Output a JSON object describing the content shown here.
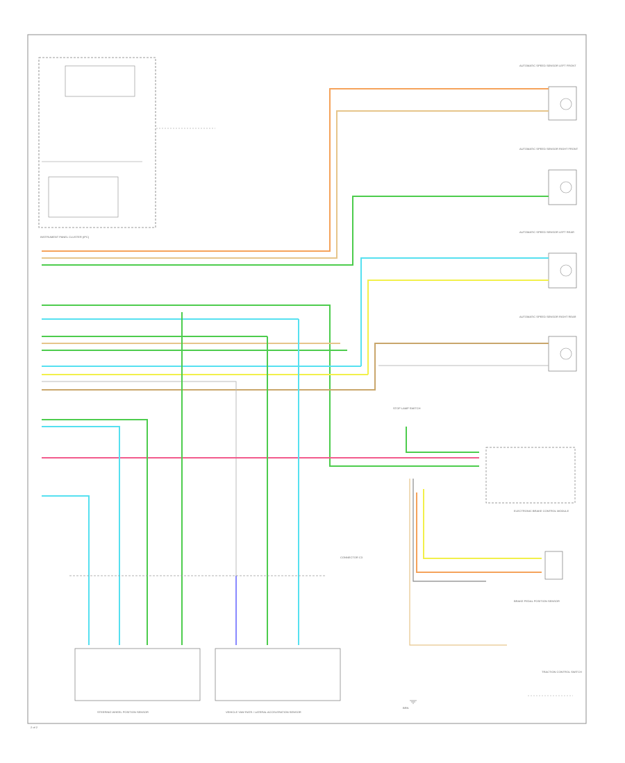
{
  "labels": {
    "cluster": "INSTRUMENT PANEL CLUSTER (IPC)",
    "left_front_sensor": "AUTOMATIC SPEED SENSOR LEFT FRONT",
    "right_front_sensor": "AUTOMATIC SPEED SENSOR RIGHT FRONT",
    "left_rear_sensor": "AUTOMATIC SPEED SENSOR LEFT REAR",
    "right_rear_sensor": "AUTOMATIC SPEED SENSOR RIGHT REAR",
    "ebcm": "ELECTRONIC BRAKE CONTROL MODULE",
    "brake_switch": "BRAKE PEDAL POSITION SENSOR",
    "traction_switch": "TRACTION CONTROL SWITCH",
    "bottom_left": "STEERING WHEEL POSITION SENSOR",
    "bottom_right": "VEHICLE YAW RATE / LATERAL ACCELERATION SENSOR",
    "connector": "CONNECTOR C3",
    "stop_lamp": "STOP LAMP SWITCH",
    "page_number": "2 of 2",
    "bottom_note": "BRN"
  },
  "colors": {
    "orange": "#f5a25a",
    "tan": "#e6c58a",
    "green": "#4ccc4c",
    "cyan": "#55e0f0",
    "yellow": "#f2f04a",
    "brown": "#c9a66b",
    "pink": "#f25a8c",
    "gray": "#9a9a9a",
    "violet": "#8888ff"
  }
}
